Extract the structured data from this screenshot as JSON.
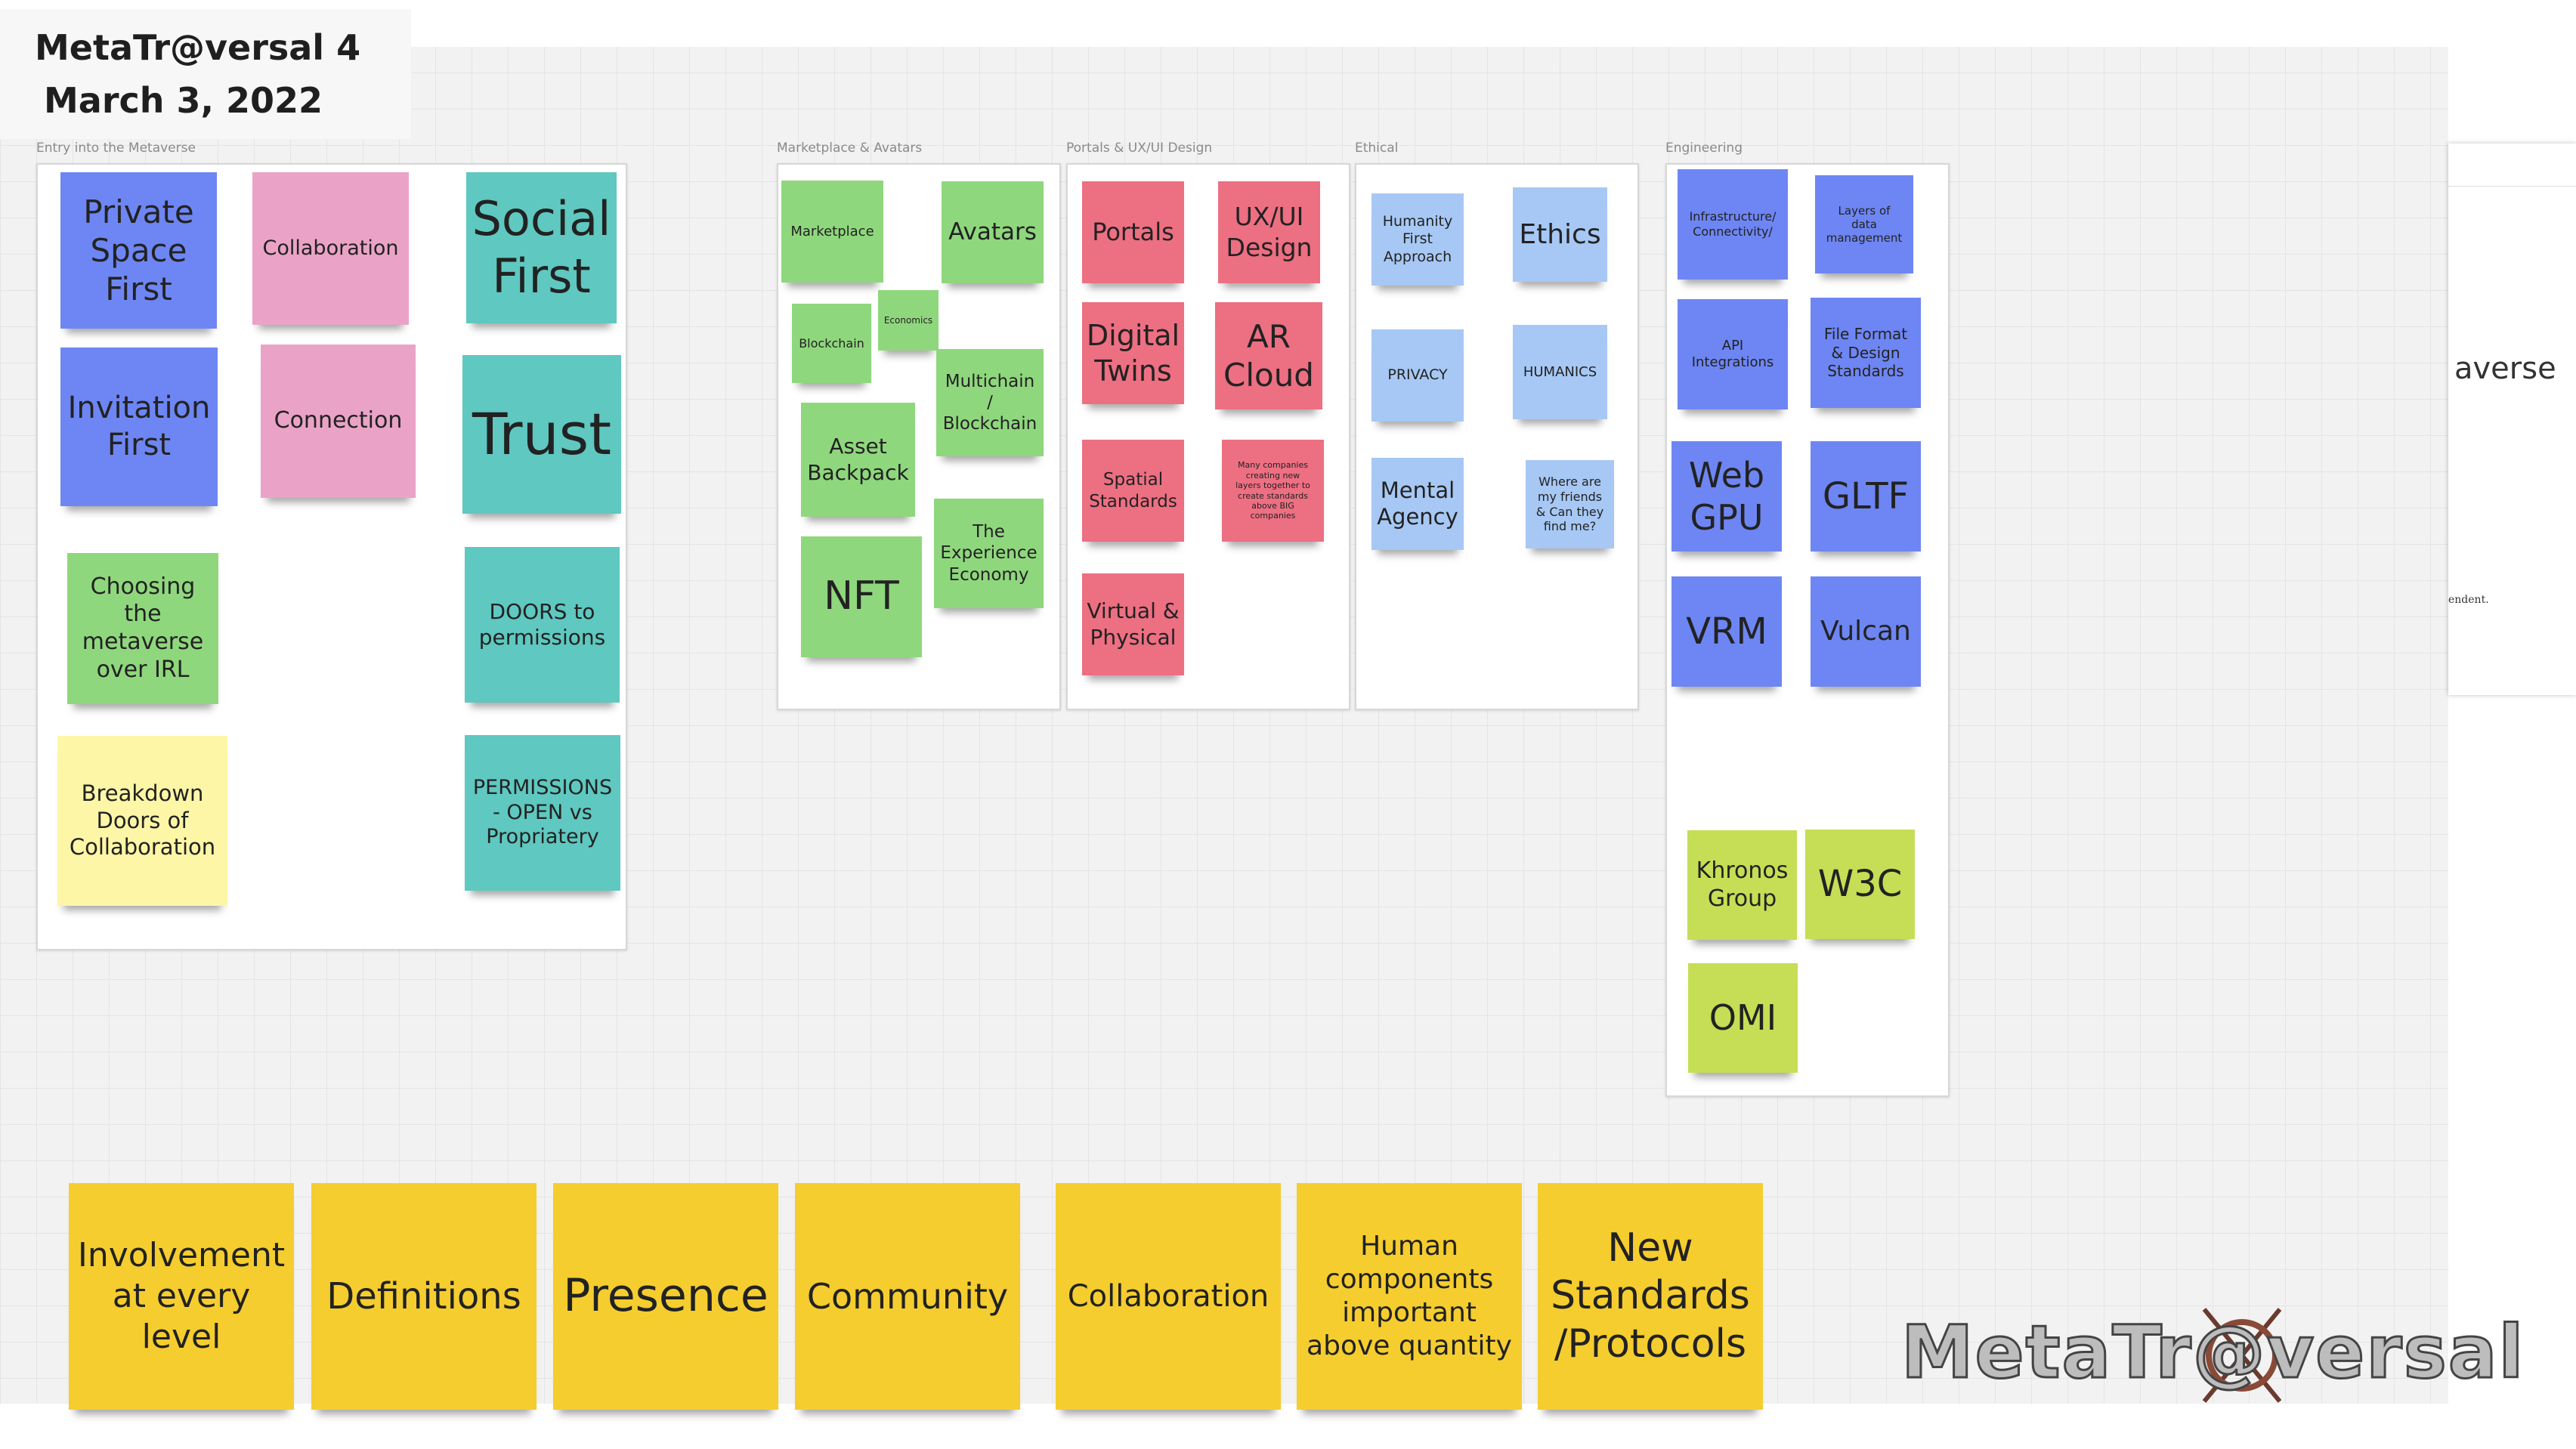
{
  "board": {
    "title": "MetaTr@versal 4",
    "date": "March 3, 2022"
  },
  "frames": [
    {
      "label": "Entry into the Metaverse"
    },
    {
      "label": "Marketplace & Avatars"
    },
    {
      "label": "Portals & UX/UI Design"
    },
    {
      "label": "Ethical"
    },
    {
      "label": "Engineering"
    }
  ],
  "entry": {
    "private_space": "Private\nSpace\nFirst",
    "collaboration": "Collaboration",
    "social_first": "Social\nFirst",
    "invitation": "Invitation\nFirst",
    "connection": "Connection",
    "trust": "Trust",
    "choosing": "Choosing\nthe\nmetaverse\nover IRL",
    "doors": "DOORS to\npermissions",
    "breakdown": "Breakdown\nDoors of\nCollaboration",
    "permissions": "PERMISSIONS\n- OPEN vs\nPropriatery"
  },
  "marketplace": {
    "marketplace": "Marketplace",
    "avatars": "Avatars",
    "blockchain": "Blockchain",
    "economics": "Economics",
    "multichain": "Multichain\n/\nBlockchain",
    "asset_backpack": "Asset\nBackpack",
    "nft": "NFT",
    "experience_economy": "The\nExperience\nEconomy"
  },
  "portals": {
    "portals": "Portals",
    "uxui": "UX/UI\nDesign",
    "digital_twins": "Digital\nTwins",
    "ar_cloud": "AR\nCloud",
    "spatial": "Spatial\nStandards",
    "many_companies": "Many companies\ncreating new\nlayers together to\ncreate standards\nabove BIG\ncompanies",
    "virtual_physical": "Virtual &\nPhysical"
  },
  "ethical": {
    "humanity": "Humanity\nFirst\nApproach",
    "ethics": "Ethics",
    "privacy": "PRIVACY",
    "humanics": "HUMANICS",
    "mental": "Mental\nAgency",
    "friends": "Where are\nmy friends\n& Can they\nfind me?"
  },
  "engineering": {
    "infrastructure": "Infrastructure/\nConnectivity/",
    "layers": "Layers of\ndata\nmanagement",
    "api": "API\nIntegrations",
    "file_format": "File Format\n& Design\nStandards",
    "webgpu": "Web\nGPU",
    "gltf": "GLTF",
    "vrm": "VRM",
    "vulcan": "Vulcan",
    "khronos": "Khronos\nGroup",
    "w3c": "W3C",
    "omi": "OMI"
  },
  "bottom": [
    "Involvement\nat every\nlevel",
    "Definitions",
    "Presence",
    "Community",
    "Collaboration",
    "Human\ncomponents\nimportant\nabove quantity",
    "New\nStandards\n/Protocols"
  ],
  "side_panel": {
    "heading_fragment": "averse",
    "footnote_fragment": "endent."
  },
  "logo": {
    "text": "MetaTr@versal"
  },
  "colors": {
    "blue": "#6e86f3",
    "pink": "#eaa3c7",
    "teal": "#5fc8c0",
    "green": "#8fd77d",
    "pale_yellow": "#fdf6a6",
    "red": "#ed6f82",
    "light_blue": "#a7c8f4",
    "lime": "#c6de55",
    "gold": "#f5cd2f"
  }
}
